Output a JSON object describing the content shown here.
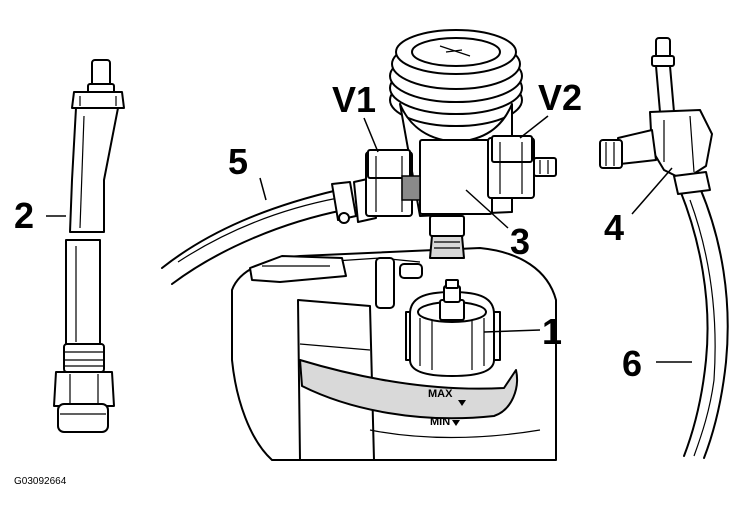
{
  "callouts": {
    "c1": "1",
    "c2": "2",
    "c3": "3",
    "c4": "4",
    "c5": "5",
    "c6": "6",
    "v1": "V1",
    "v2": "V2"
  },
  "tank_marks": {
    "max": "MAX",
    "min": "MIN"
  },
  "figure_code": "G03092664"
}
